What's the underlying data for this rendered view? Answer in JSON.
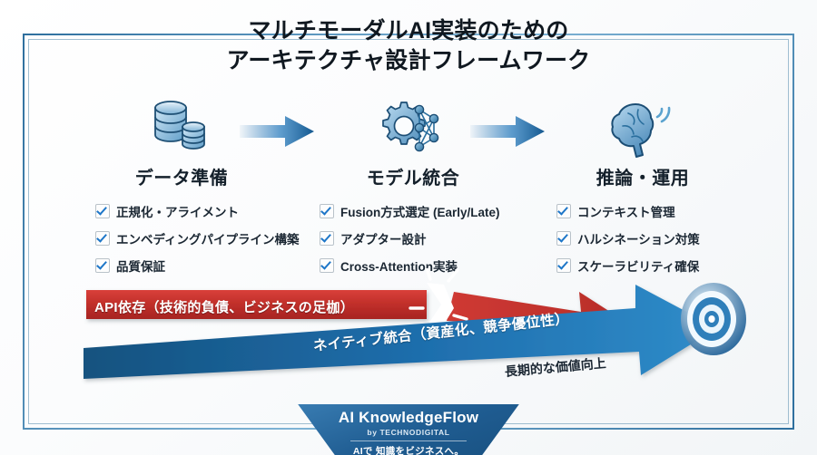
{
  "title": {
    "line1": "マルチモーダルAI実装のための",
    "line2": "アーキテクチャ設計フレームワーク"
  },
  "columns": [
    {
      "icon": "database-icon",
      "title": "データ準備",
      "items": [
        "正規化・アライメント",
        "エンベディングパイプライン構築",
        "品質保証"
      ]
    },
    {
      "icon": "gear-neural-network-icon",
      "title": "モデル統合",
      "items": [
        "Fusion方式選定 (Early/Late)",
        "アダプター設計",
        "Cross-Attention実装"
      ]
    },
    {
      "icon": "brain-signal-icon",
      "title": "推論・運用",
      "items": [
        "コンテキスト管理",
        "ハルシネーション対策",
        "スケーラビリティ確保"
      ]
    }
  ],
  "step_arrows": [
    "arrow-right-icon",
    "arrow-right-icon"
  ],
  "banners": {
    "risk_label": "API依存（技術的負債、ビジネスの足枷）",
    "growth_label": "ネイティブ統合（資産化、競争優位性）",
    "outcome_label": "長期的な価値向上",
    "break_icon": "break-burst-icon",
    "target_icon": "bullseye-target-icon"
  },
  "footer": {
    "brand": "AI KnowledgeFlow",
    "by": "by TECHNODIGITAL",
    "tagline": "AIで 知識をビジネスへ。"
  },
  "colors": {
    "accent_blue": "#1f6fb2",
    "deep_blue": "#14527f",
    "risk_red": "#c8302c",
    "text_dark": "#14202b"
  }
}
